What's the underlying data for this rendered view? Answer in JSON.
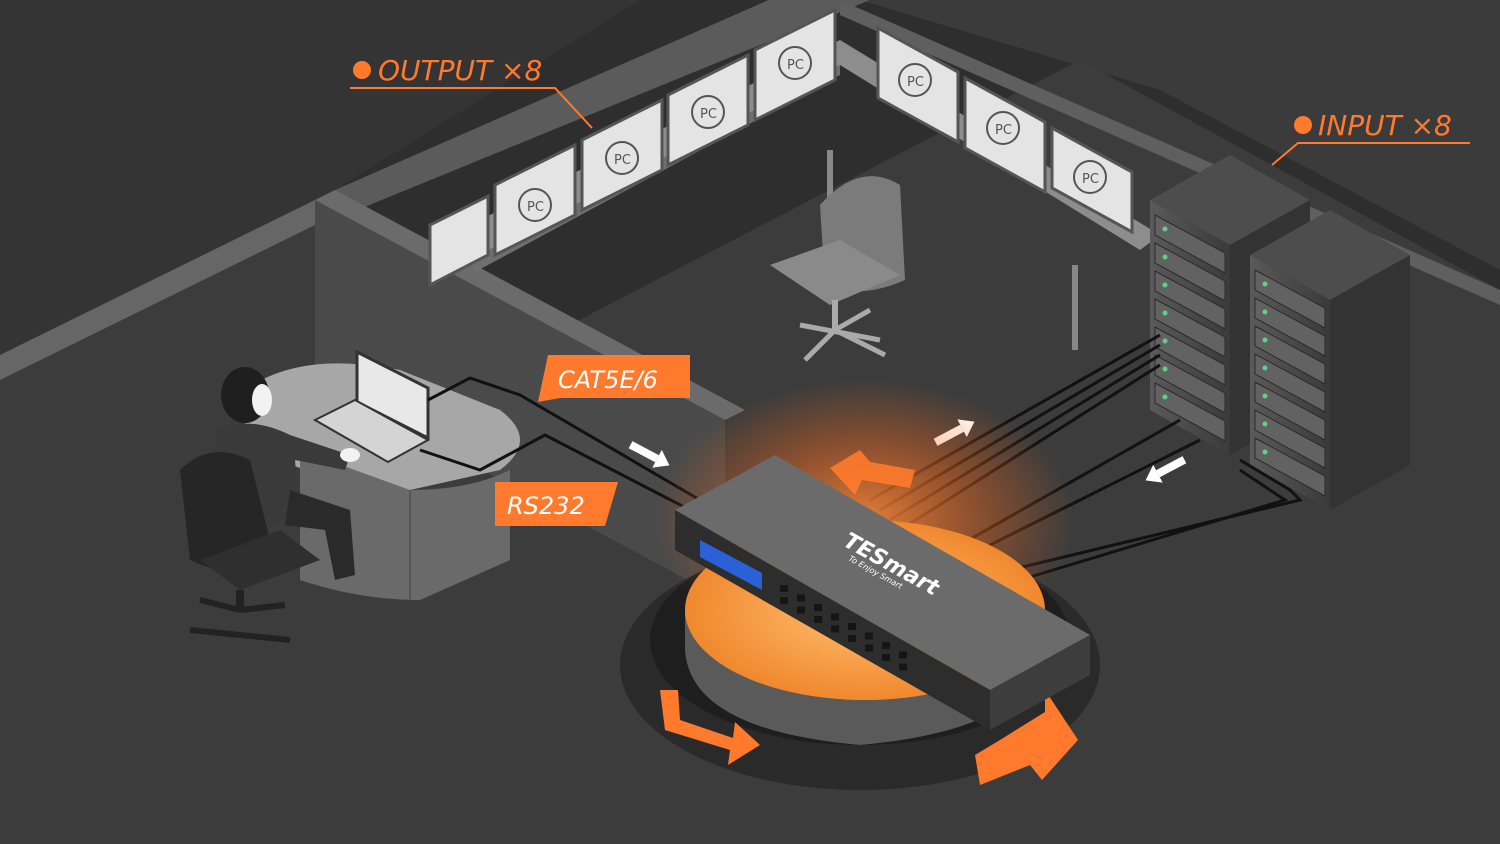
{
  "labels": {
    "output": "OUTPUT ×8",
    "input": "INPUT ×8",
    "cat": "CAT5E/6",
    "rs232": "RS232"
  },
  "device": {
    "brand": "TESmart",
    "tagline": "To Enjoy Smart"
  },
  "monitor_text": "PC",
  "colors": {
    "accent": "#ff7a2c",
    "background": "#2e2e2e",
    "floor": "#3c3c3c"
  }
}
